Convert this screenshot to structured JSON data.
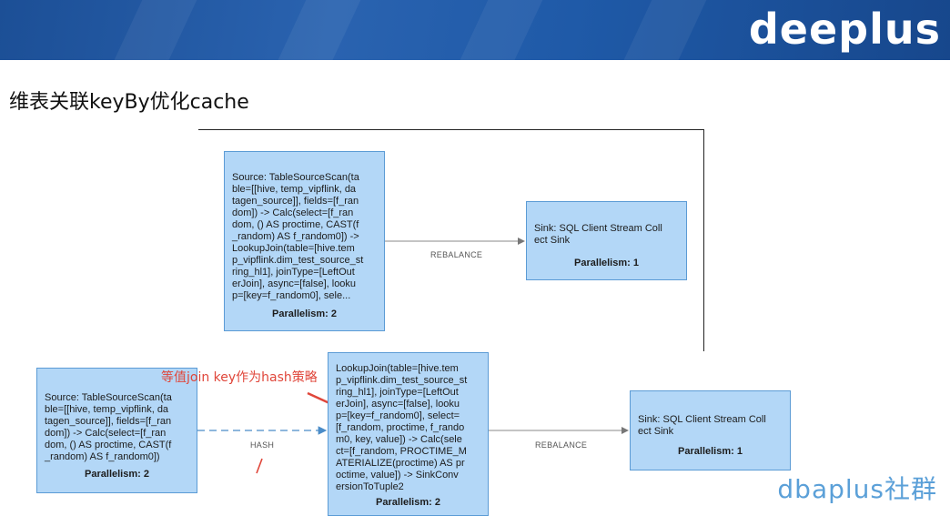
{
  "header": {
    "brand": "deeplus",
    "title": "维表关联keyBy优化cache"
  },
  "top_graph": {
    "source": {
      "text": "Source: TableSourceScan(ta\nble=[[hive, temp_vipflink, da\ntagen_source]], fields=[f_ran\ndom]) -> Calc(select=[f_ran\ndom, () AS proctime, CAST(f\n_random) AS f_random0]) ->\nLookupJoin(table=[hive.tem\np_vipflink.dim_test_source_st\nring_hl1], joinType=[LeftOut\nerJoin], async=[false], looku\np=[key=f_random0], sele...",
      "parallelism": "Parallelism: 2"
    },
    "edge_label": "REBALANCE",
    "sink": {
      "text": "Sink: SQL Client Stream Coll\nect Sink",
      "parallelism": "Parallelism: 1"
    }
  },
  "bottom_graph": {
    "source": {
      "text": "Source: TableSourceScan(ta\nble=[[hive, temp_vipflink, da\ntagen_source]], fields=[f_ran\ndom]) -> Calc(select=[f_ran\ndom, () AS proctime, CAST(f\n_random) AS f_random0])",
      "parallelism": "Parallelism: 2"
    },
    "edge1_label": "HASH",
    "lookup": {
      "text": "LookupJoin(table=[hive.tem\np_vipflink.dim_test_source_st\nring_hl1], joinType=[LeftOut\nerJoin], async=[false], looku\np=[key=f_random0], select=\n[f_random, proctime, f_rando\nm0, key, value]) -> Calc(sele\nct=[f_random, PROCTIME_M\nATERIALIZE(proctime) AS pr\noctime, value]) -> SinkConv\nersionToTuple2",
      "parallelism": "Parallelism: 2"
    },
    "edge2_label": "REBALANCE",
    "sink": {
      "text": "Sink: SQL Client Stream Coll\nect Sink",
      "parallelism": "Parallelism: 1"
    }
  },
  "annotation": "等值join key作为hash策略",
  "watermark": "dbaplus社群",
  "colors": {
    "node_fill": "#b3d7f7",
    "node_border": "#5b9bd5",
    "annotation": "#e0463a",
    "banner": "#1f5aa8"
  }
}
